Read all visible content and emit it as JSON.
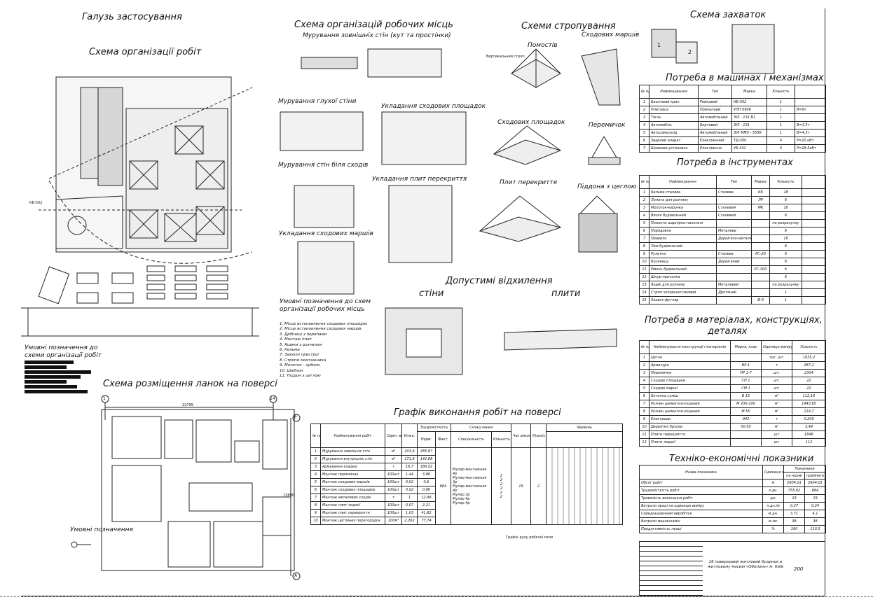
{
  "titles": {
    "scope": "Галузь застосування",
    "org_works": "Схема організації робіт",
    "workplaces": "Схема організацій робочих місць",
    "workplaces_sub": "Мурування зовнішніх стін (кут та простінки)",
    "blind_wall": "Мурування глухої стіни",
    "wall_stairs": "Мурування стін біля сходів",
    "stair_flights": "Укладання сходових маршів",
    "landings_lay": "Укладання сходових площадок",
    "slabs_lay": "Укладання плит перекриття",
    "slinging": "Схеми стропування",
    "capture": "Схема захваток",
    "machines": "Потреба в машинах і механізмах",
    "tools": "Потреба в інструментах",
    "materials_1": "Потреба в матеріалах, конструкціях,",
    "materials_2": "деталях",
    "tech_econ": "Техніко-економічні показники",
    "deviations": "Допустимі відхилення",
    "walls": "стіни",
    "slabs": "плити",
    "crews": "Схема розміщення ланок на поверсі",
    "schedule": "Графік виконання робіт на поверсі",
    "legend_org_1": "Умовні позначення до",
    "legend_org_2": "схеми організації робіт",
    "legend_work_1": "Умовні позначення до схем",
    "legend_work_2": "організації робочих місць",
    "legend_floor": "Умовні позначення",
    "schedule_note": "Графік руху робочої сили"
  },
  "sling_labels": {
    "columns": "Помостів",
    "flights": "Сходових маршів",
    "landings": "Сходових площадок",
    "lintel": "Перемичок",
    "slabs": "Плит перекриття",
    "pallets": "Піддона з цеглою",
    "vertical": "Вертикальний строп",
    "capture_1": "1",
    "capture_2": "2"
  },
  "workplace_legend": [
    "1. Місце встановлення сходових площадок",
    "2. Місце встановлення сходових маршів",
    "3. Дрібниці з перилами",
    "4. Монтаж плит",
    "5. Ящики з розчином",
    "6. Кельми",
    "7. Захисні пристрої",
    "8. Стропи монтажника",
    "9. Молоток - зубило",
    "10. Шаблон",
    "11. Піддон з цеглою"
  ],
  "machines": {
    "headers": [
      "№ п/п",
      "Найменування",
      "Тип",
      "Марка",
      "Кількість",
      ""
    ],
    "rows": [
      [
        "1",
        "Баштовий кран",
        "Рейковий",
        "КБ-502",
        "1",
        ""
      ],
      [
        "2",
        "Плитовоз",
        "Причепний",
        "УПП 0906",
        "1",
        "В=9т"
      ],
      [
        "3",
        "Тягач",
        "Автомобільний",
        "ЗІЛ - 131 В1",
        "1",
        ""
      ],
      [
        "4",
        "Автомобіль",
        "Бортовий",
        "ЗІЛ - 131",
        "1",
        "В=3,5т"
      ],
      [
        "5",
        "Автосамоскид",
        "Автомобільний",
        "ЗІЛ ММЗ - 555К",
        "1",
        "В=4,5т"
      ],
      [
        "6",
        "Зварний апарат",
        "Електричний",
        "ТД-300",
        "4",
        "Р=20 кВт"
      ],
      [
        "7",
        "Шнекова установка",
        "Електричне",
        "УБ-342",
        "4",
        "Р=18,5кВт"
      ]
    ]
  },
  "tools": {
    "headers": [
      "№ п/п",
      "Найменування",
      "Тип",
      "Марка",
      "Кількість",
      ""
    ],
    "rows": [
      [
        "1",
        "Кельма сталева",
        "Сталева",
        "КБ",
        "18",
        ""
      ],
      [
        "2",
        "Лопата для розчину",
        "",
        "ЛР",
        "6",
        ""
      ],
      [
        "3",
        "Молоток-кирочка",
        "Сталевий",
        "МК",
        "18",
        ""
      ],
      [
        "4",
        "Висок будівельний",
        "Сталевий",
        "",
        "6",
        ""
      ],
      [
        "5",
        "Помости шарнірно-панельні",
        "",
        "",
        "по розрахунку",
        ""
      ],
      [
        "6",
        "Порядовка",
        "Металева",
        "",
        "6",
        ""
      ],
      [
        "7",
        "Правило",
        "Дерев'яно-металеве",
        "",
        "18",
        ""
      ],
      [
        "8",
        "Лом будівельний",
        "",
        "",
        "6",
        ""
      ],
      [
        "9",
        "Рулетка",
        "Сталева",
        "РС-20",
        "6",
        ""
      ],
      [
        "10",
        "Косинець",
        "Дерев'яний",
        "",
        "6",
        ""
      ],
      [
        "11",
        "Рівень будівельний",
        "",
        "УС-300",
        "6",
        ""
      ],
      [
        "12",
        "Шнур-причалка",
        "",
        "",
        "6",
        ""
      ],
      [
        "13",
        "Ящик для розчину",
        "Металевий",
        "",
        "по розрахунку",
        ""
      ],
      [
        "14",
        "Строп чотирьохгілковий",
        "Дротяний",
        "",
        "1",
        ""
      ],
      [
        "15",
        "Захват-футляр",
        "",
        "Ф-5",
        "1",
        ""
      ]
    ]
  },
  "materials": {
    "headers": [
      "№ п/п",
      "Найменування конструкції і матеріалів",
      "Марка, клас",
      "Одиниця виміру",
      "Кількість"
    ],
    "rows": [
      [
        "1",
        "Цегла",
        "",
        "тис. шт.",
        "1935,2"
      ],
      [
        "2",
        "Арматура",
        "ВР-1",
        "т",
        "287,2"
      ],
      [
        "3",
        "Перемички",
        "ПР 1-7",
        "шт.",
        "2304"
      ],
      [
        "4",
        "Сходові площадки",
        "СП 1",
        "шт.",
        "22"
      ],
      [
        "5",
        "Сходові марші",
        "СМ 1",
        "шт.",
        "22"
      ],
      [
        "6",
        "Бетонна суміш",
        "В 15",
        "м³",
        "112,16"
      ],
      [
        "7",
        "Розчин цементно-піщаний",
        "М 200-100",
        "м³",
        "1943,65"
      ],
      [
        "8",
        "Розчин цементно-піщаний",
        "М 50",
        "м³",
        "119,7"
      ],
      [
        "9",
        "Електроди",
        "Э42",
        "т",
        "0,209"
      ],
      [
        "10",
        "Дерев'яні бруски",
        "50·50",
        "м³",
        "3,49"
      ],
      [
        "11",
        "Плити перекриття",
        "",
        "шт",
        "1848"
      ],
      [
        "12",
        "Плити лоджії",
        "",
        "шт",
        "112"
      ]
    ]
  },
  "tech": {
    "headers": [
      "Назва показника",
      "Одиниця виміру",
      "по нормі",
      "прийнято"
    ],
    "header_group": "Показники",
    "rows": [
      [
        "Обсяг робіт",
        "м",
        "2604,01",
        "2604,01"
      ],
      [
        "Трудомісткість робіт",
        "л.дн.",
        "755,62",
        "684"
      ],
      [
        "Тривалість виконання робіт",
        "дн.",
        "19",
        "19"
      ],
      [
        "Витрати праці на одиницю виміру",
        "л.дн./м",
        "0,27",
        "0,24"
      ],
      [
        "Середньоденний виробіток",
        "м.дн.",
        "3,71",
        "4,1"
      ],
      [
        "Витрати машинозмін",
        "м.зм.",
        "38",
        "38"
      ],
      [
        "Продуктивність праці",
        "%",
        "100",
        "110,5"
      ]
    ]
  },
  "schedule": {
    "headers": [
      "№ п/п",
      "Найменування робіт",
      "Один. виміру",
      "Кільк.",
      "Трудомісткість",
      "Склад ланки",
      "Час виконання",
      "Кількість змін",
      "Червень"
    ],
    "sub_headers": [
      "Норм.",
      "Факт.",
      "Спеціальність",
      "Кількість"
    ],
    "rows": [
      [
        "1",
        "Мурування зовнішніх стін",
        "м³",
        "203,9",
        "285,87"
      ],
      [
        "2",
        "Мурування внутрішніх стін",
        "м³",
        "171,8",
        "142,88"
      ],
      [
        "3",
        "Армування кладки",
        "т",
        "16,7",
        "186,02"
      ],
      [
        "4",
        "Монтаж перемичок",
        "100шт",
        "1,44",
        "3,86"
      ],
      [
        "5",
        "Монтаж сходових маршів",
        "100шт",
        "0,02",
        "0,6"
      ],
      [
        "6",
        "Монтаж сходових площадок",
        "100шт",
        "0,02",
        "0,86"
      ],
      [
        "7",
        "Монтаж металевих сходів",
        "т",
        "1",
        "12,96"
      ],
      [
        "8",
        "Монтаж плит лоджії",
        "100шт",
        "0,07",
        "2,21"
      ],
      [
        "9",
        "Монтаж плит перекриття",
        "100шт",
        "1,03",
        "41,82"
      ],
      [
        "10",
        "Монтаж цегляних перегородок",
        "100м²",
        "2,262",
        "77,74"
      ]
    ],
    "fact": "684",
    "crew": [
      "Муляр-монтажник 4р",
      "Муляр-монтажник 3р",
      "Муляр-монтажник 4р",
      "Муляр 3р",
      "Муляр 4р",
      "Муляр 4р"
    ],
    "crew_counts": [
      "2",
      "2",
      "2",
      "2",
      "2",
      "2"
    ],
    "duration": "19",
    "shifts": "2"
  },
  "title_block": {
    "text": "16 поверховий житловий будинок в житловому масиві «Оболонь» м. Київ",
    "sheet": "200"
  },
  "plan_axes": {
    "a1": "1",
    "a14": "14",
    "ap": "Р",
    "aa": "А",
    "dim_w": "22795",
    "dim_h": "13890"
  },
  "crane_label": "КБ-502"
}
